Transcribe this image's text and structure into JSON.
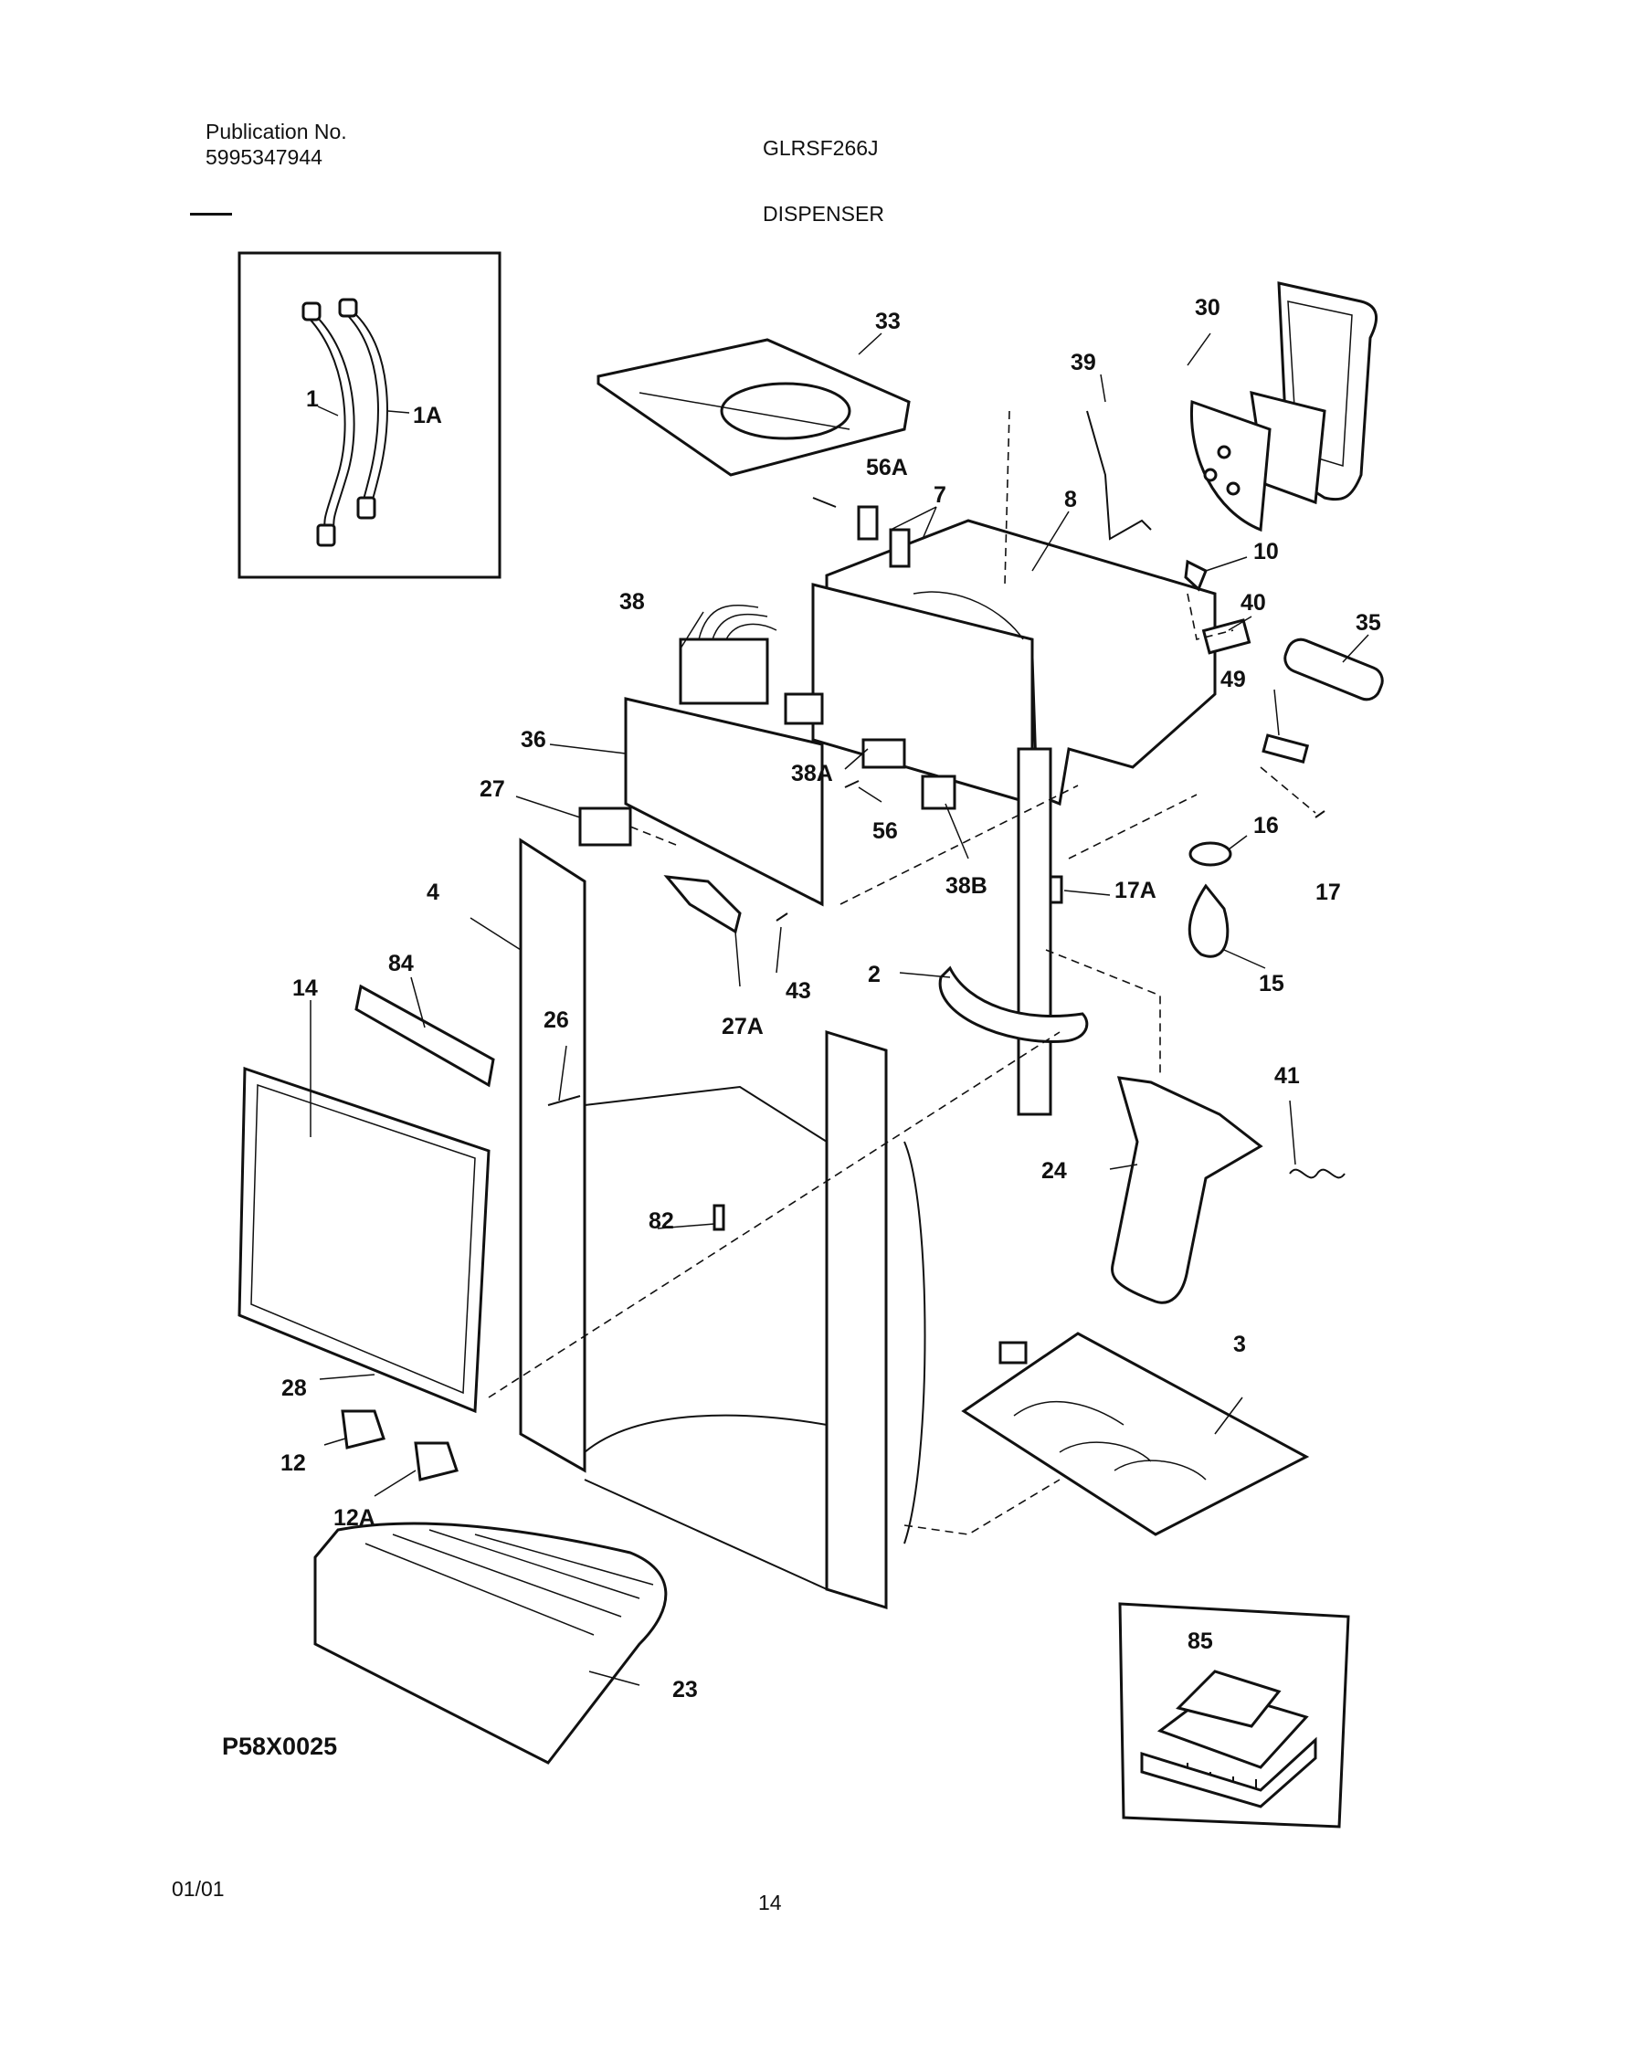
{
  "header": {
    "publication_label": "Publication No.",
    "publication_number": "5995347944",
    "model": "GLRSF266J",
    "section": "DISPENSER"
  },
  "figure_code": "P58X0025",
  "footer": {
    "date": "01/01",
    "page": "14"
  },
  "callouts": {
    "c1": "1",
    "c1A": "1A",
    "c2": "2",
    "c3": "3",
    "c4": "4",
    "c7": "7",
    "c8": "8",
    "c10": "10",
    "c12": "12",
    "c12A": "12A",
    "c14": "14",
    "c15": "15",
    "c16": "16",
    "c17": "17",
    "c17A": "17A",
    "c23": "23",
    "c24": "24",
    "c26": "26",
    "c27": "27",
    "c27A": "27A",
    "c28": "28",
    "c30": "30",
    "c33": "33",
    "c35": "35",
    "c36": "36",
    "c38": "38",
    "c38A": "38A",
    "c38B": "38B",
    "c39": "39",
    "c40": "40",
    "c41": "41",
    "c43": "43",
    "c49": "49",
    "c56": "56",
    "c56A": "56A",
    "c82": "82",
    "c84": "84",
    "c85": "85"
  }
}
